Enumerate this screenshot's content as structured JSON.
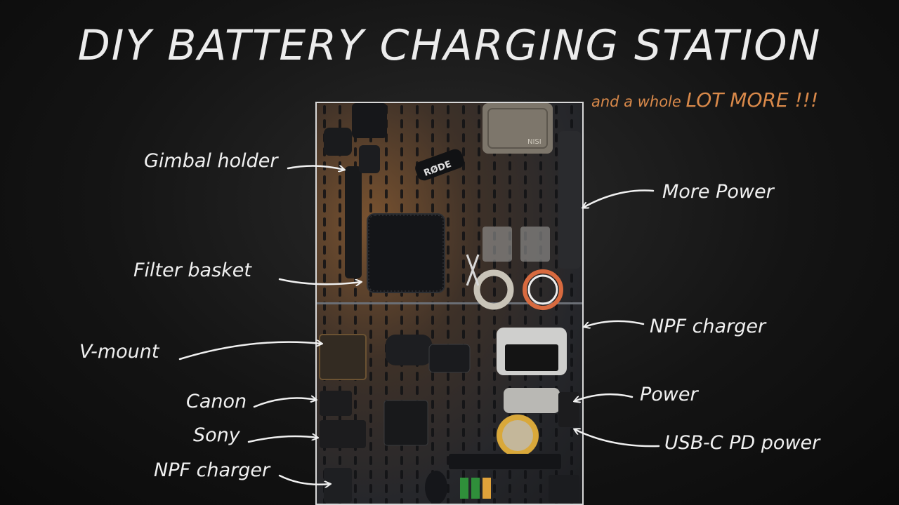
{
  "title": "DIY BATTERY CHARGING STATION",
  "subtitle": {
    "prefix": "and a whole ",
    "emphasis": "LOT MORE !!!"
  },
  "labels": {
    "gimbal_holder": "Gimbal holder",
    "filter_basket": "Filter basket",
    "v_mount": "V-mount",
    "canon": "Canon",
    "sony": "Sony",
    "npf_charger_left": "NPF charger",
    "more_power": "More Power",
    "npf_charger_right": "NPF charger",
    "power": "Power",
    "usb_c_pd_power": "USB-C PD power"
  },
  "photo_text": {
    "rode_logo": "RØDE",
    "nisi_logo": "NISI"
  },
  "colors": {
    "accent": "#d9894a",
    "text": "#f0f0f0",
    "background": "#141414"
  }
}
